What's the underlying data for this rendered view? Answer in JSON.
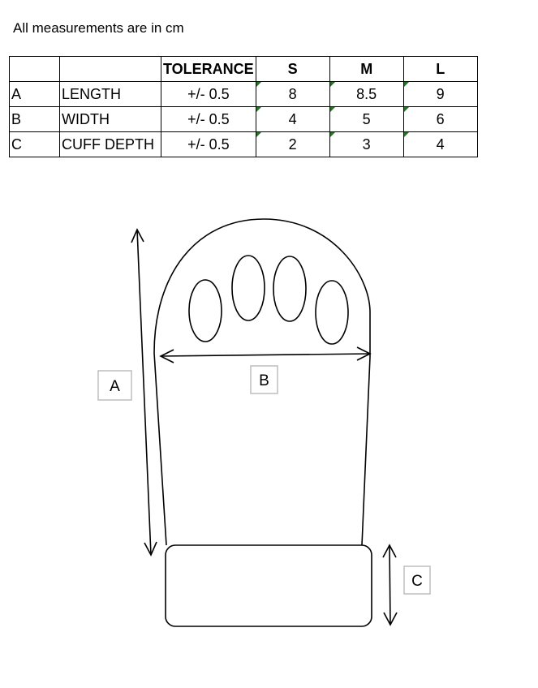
{
  "note": "All measurements are in cm",
  "table": {
    "headers": [
      "",
      "",
      "TOLERANCE",
      "S",
      "M",
      "L"
    ],
    "rows": [
      {
        "code": "A",
        "label": "LENGTH",
        "tolerance": "+/- 0.5",
        "s": "8",
        "m": "8.5",
        "l": "9"
      },
      {
        "code": "B",
        "label": "WIDTH",
        "tolerance": "+/- 0.5",
        "s": "4",
        "m": "5",
        "l": "6"
      },
      {
        "code": "C",
        "label": "CUFF DEPTH",
        "tolerance": "+/- 0.5",
        "s": "2",
        "m": "3",
        "l": "4"
      }
    ]
  },
  "diagram": {
    "label_a": "A",
    "label_b": "B",
    "label_c": "C"
  },
  "colors": {
    "cell_marker": "#1a7a1a",
    "label_box_border": "#bdbdbd"
  }
}
